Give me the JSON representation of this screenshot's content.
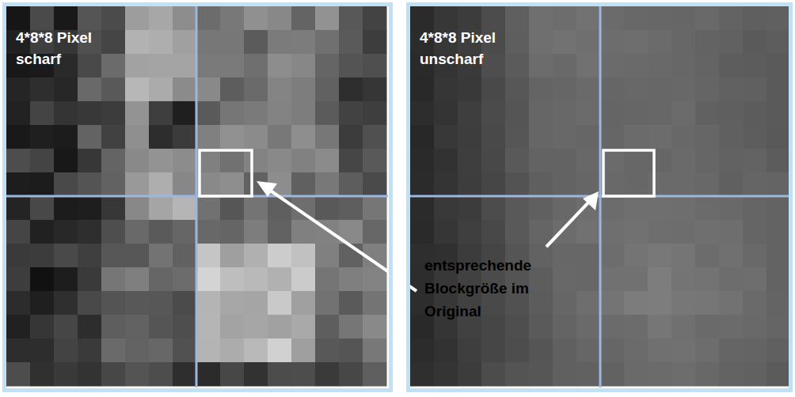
{
  "diagram": {
    "nodes": [
      {
        "text": [
          "4*8*8 Pixel scharf"
        ]
      },
      {
        "text": [
          "4*8*8 Pixel unscharf"
        ]
      }
    ],
    "labels": [
      "entsprechende Blockgröße im Original"
    ]
  }
}
